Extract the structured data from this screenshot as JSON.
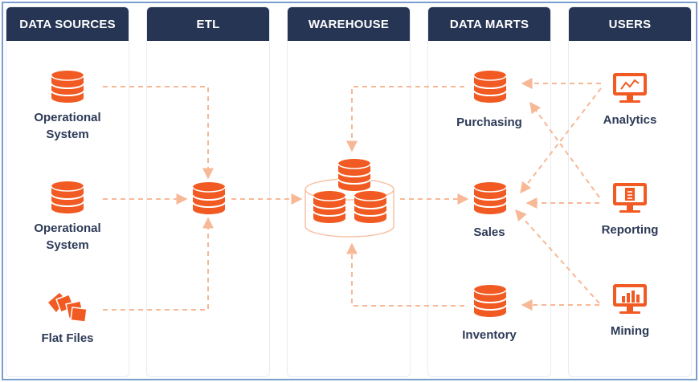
{
  "colors": {
    "header_bg": "#263554",
    "header_text": "#ffffff",
    "accent": "#f15a22",
    "arrow": "#f7b896",
    "label_text": "#2d3a57",
    "frame_border": "#7a9ccf"
  },
  "columns": [
    {
      "id": "sources",
      "title": "DATA SOURCES"
    },
    {
      "id": "etl",
      "title": "ETL"
    },
    {
      "id": "warehouse",
      "title": "WAREHOUSE"
    },
    {
      "id": "marts",
      "title": "DATA MARTS"
    },
    {
      "id": "users",
      "title": "USERS"
    }
  ],
  "sources": [
    {
      "label_line1": "Operational",
      "label_line2": "System",
      "icon": "database-icon"
    },
    {
      "label_line1": "Operational",
      "label_line2": "System",
      "icon": "database-icon"
    },
    {
      "label_line1": "Flat Files",
      "label_line2": "",
      "icon": "files-icon"
    }
  ],
  "marts": [
    {
      "label": "Purchasing",
      "icon": "database-icon"
    },
    {
      "label": "Sales",
      "icon": "database-icon"
    },
    {
      "label": "Inventory",
      "icon": "database-icon"
    }
  ],
  "users": [
    {
      "label": "Analytics",
      "icon": "monitor-chart-icon"
    },
    {
      "label": "Reporting",
      "icon": "monitor-document-icon"
    },
    {
      "label": "Mining",
      "icon": "monitor-bar-chart-icon"
    }
  ]
}
